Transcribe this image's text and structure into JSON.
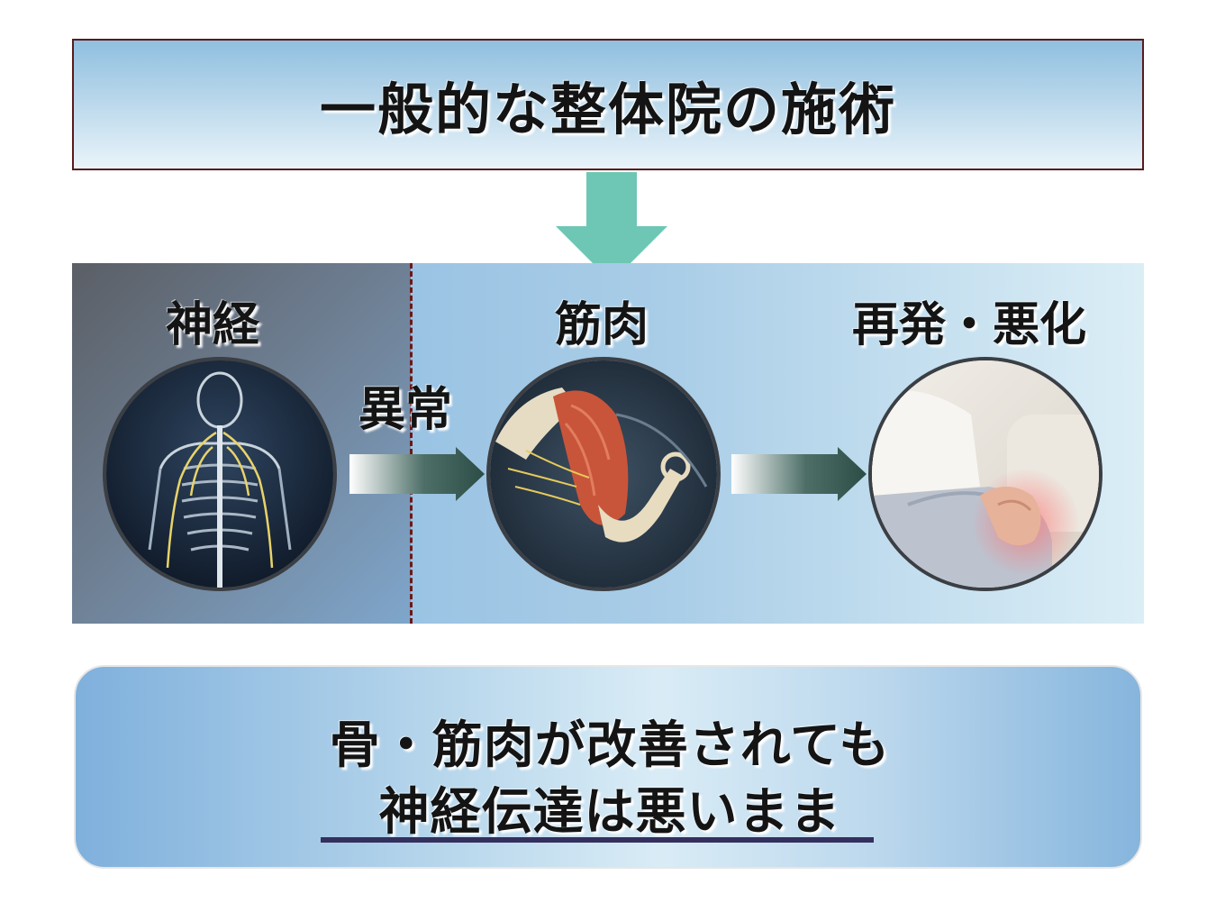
{
  "title": "一般的な整体院の施術",
  "stages": {
    "nerve": {
      "label": "神経",
      "image": "nervous-system-illustration"
    },
    "abnormal": {
      "label": "異常"
    },
    "muscle": {
      "label": "筋肉",
      "image": "arm-muscle-illustration"
    },
    "relapse": {
      "label": "再発・悪化",
      "image": "knee-pain-photo"
    }
  },
  "conclusion": {
    "line1": "骨・筋肉が改善されても",
    "line2": "神経伝達は悪いまま"
  },
  "colors": {
    "down_arrow": "#6dc7b4",
    "flow_arrow_start": "#ffffff",
    "flow_arrow_end": "#2c4d46",
    "divider": "#6e1818",
    "underline": "#34305e",
    "title_border": "#5a1a1a"
  }
}
